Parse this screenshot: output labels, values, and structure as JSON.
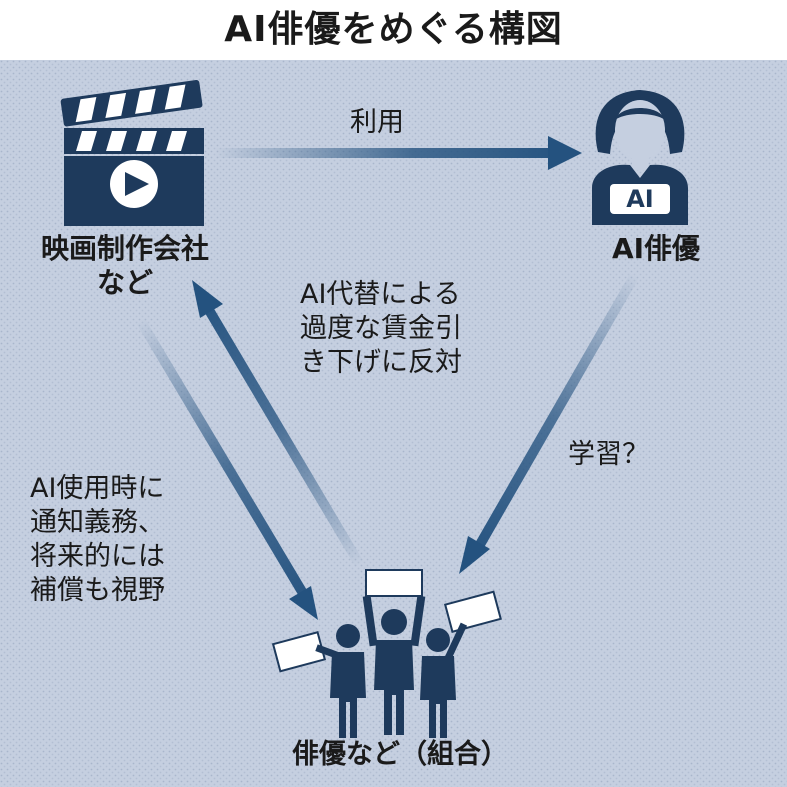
{
  "title": "AI俳優をめぐる構図",
  "nodes": {
    "film_company": {
      "lines": [
        "映画制作会社",
        "など"
      ],
      "icon": "clapperboard-icon"
    },
    "ai_actor": {
      "label": "AI俳優",
      "icon": "ai-person-icon",
      "badge": "AI"
    },
    "actors_union": {
      "label": "俳優など（組合）",
      "icon": "protesters-icon"
    }
  },
  "edges": {
    "use": {
      "label": "利用"
    },
    "oppose": {
      "lines": [
        "AI代替による",
        "過度な賃金引",
        "き下げに反対"
      ]
    },
    "learn": {
      "label": "学習？"
    },
    "notify": {
      "lines": [
        "AI使用時に",
        "通知義務、",
        "将来的には",
        "補償も視野"
      ]
    }
  },
  "colors": {
    "background": "#c5cfe0",
    "arrow": "#24527f",
    "icon": "#1e3a5c",
    "text": "#1a1a1a"
  }
}
